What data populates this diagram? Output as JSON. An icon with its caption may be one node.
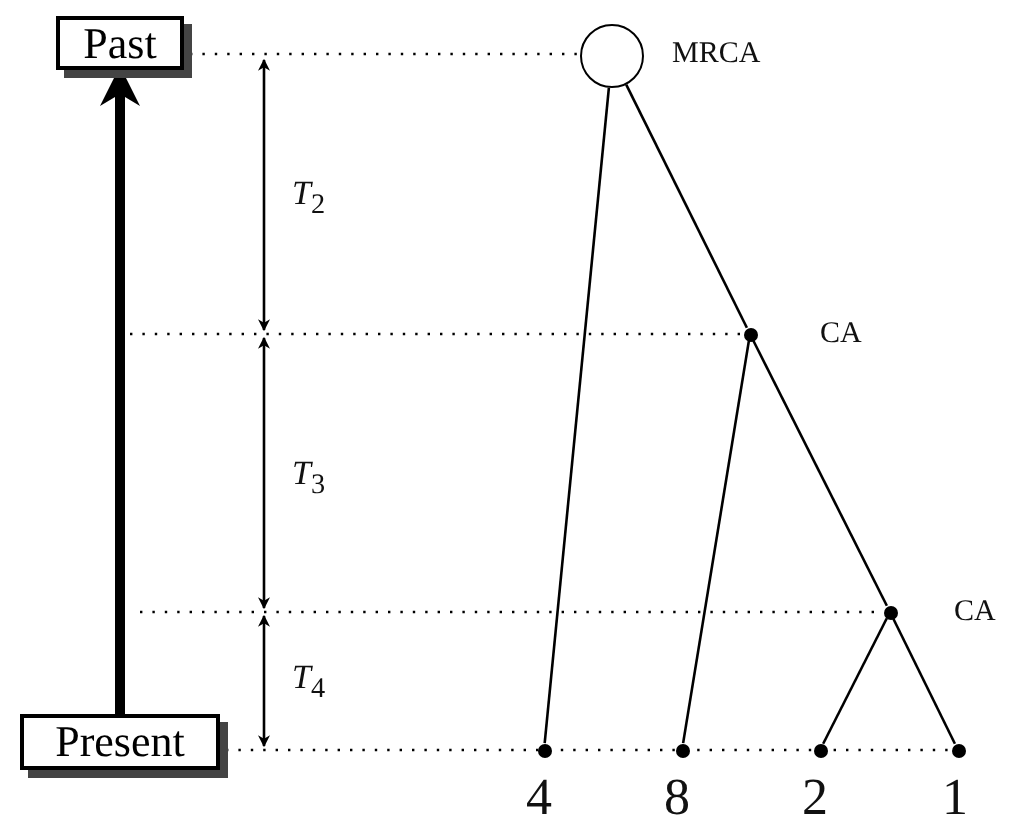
{
  "diagram": {
    "nodes": [
      {
        "text": [
          "Past"
        ]
      },
      {
        "text": [
          "Present"
        ]
      },
      {
        "text": [],
        "shape": "circle",
        "beside": [
          "MRCA"
        ]
      },
      {
        "text": [],
        "shape": "circle",
        "beside": [
          "CA"
        ]
      },
      {
        "text": [],
        "shape": "circle",
        "beside": [
          "CA"
        ]
      },
      {
        "text": [],
        "shape": "circle",
        "beside": [
          "4"
        ]
      },
      {
        "text": [],
        "shape": "circle",
        "beside": [
          "8"
        ]
      },
      {
        "text": [],
        "shape": "circle",
        "beside": [
          "2"
        ]
      },
      {
        "text": [],
        "shape": "circle",
        "beside": [
          "1"
        ]
      }
    ],
    "edges": [
      {
        "from": 1,
        "to": 0,
        "arrow": "to",
        "style": "thick"
      },
      {
        "from": 2,
        "to": 5,
        "arrow": "none"
      },
      {
        "from": 2,
        "to": 3,
        "arrow": "none"
      },
      {
        "from": 3,
        "to": 6,
        "arrow": "none"
      },
      {
        "from": 3,
        "to": 4,
        "arrow": "none"
      },
      {
        "from": 4,
        "to": 7,
        "arrow": "none"
      },
      {
        "from": 4,
        "to": 8,
        "arrow": "none"
      }
    ],
    "labels": [
      "*T*$_{2}$",
      "*T*$_{3}$",
      "*T*$_{4}$"
    ]
  }
}
